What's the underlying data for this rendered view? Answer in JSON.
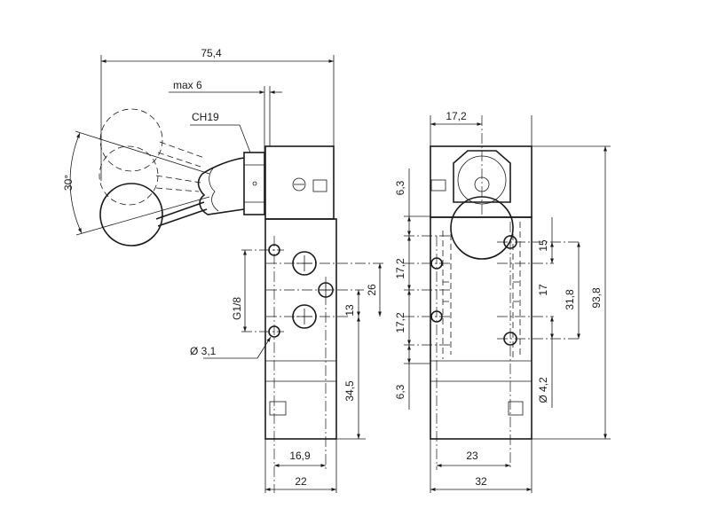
{
  "drawing": {
    "side_view": {
      "overall_width": "75,4",
      "max_stroke": "max 6",
      "wrench_size": "CH19",
      "lever_angle": "30°",
      "port_thread": "G1/8",
      "mount_hole": "Ø 3,1",
      "port_spacing_a": "26",
      "port_spacing_b": "13",
      "port_height": "34,5",
      "hole_spacing": "16,9",
      "body_width": "22"
    },
    "front_view": {
      "knob_width": "17,2",
      "top_offset": "6,3",
      "pitch_upper": "17,2",
      "pitch_lower": "17,2",
      "bottom_offset": "6,3",
      "mid_a": "15",
      "mid_b": "17",
      "mid_c": "31,8",
      "overall_height": "93,8",
      "mount_hole": "Ø 4,2",
      "hole_spacing": "23",
      "body_width": "32"
    }
  }
}
